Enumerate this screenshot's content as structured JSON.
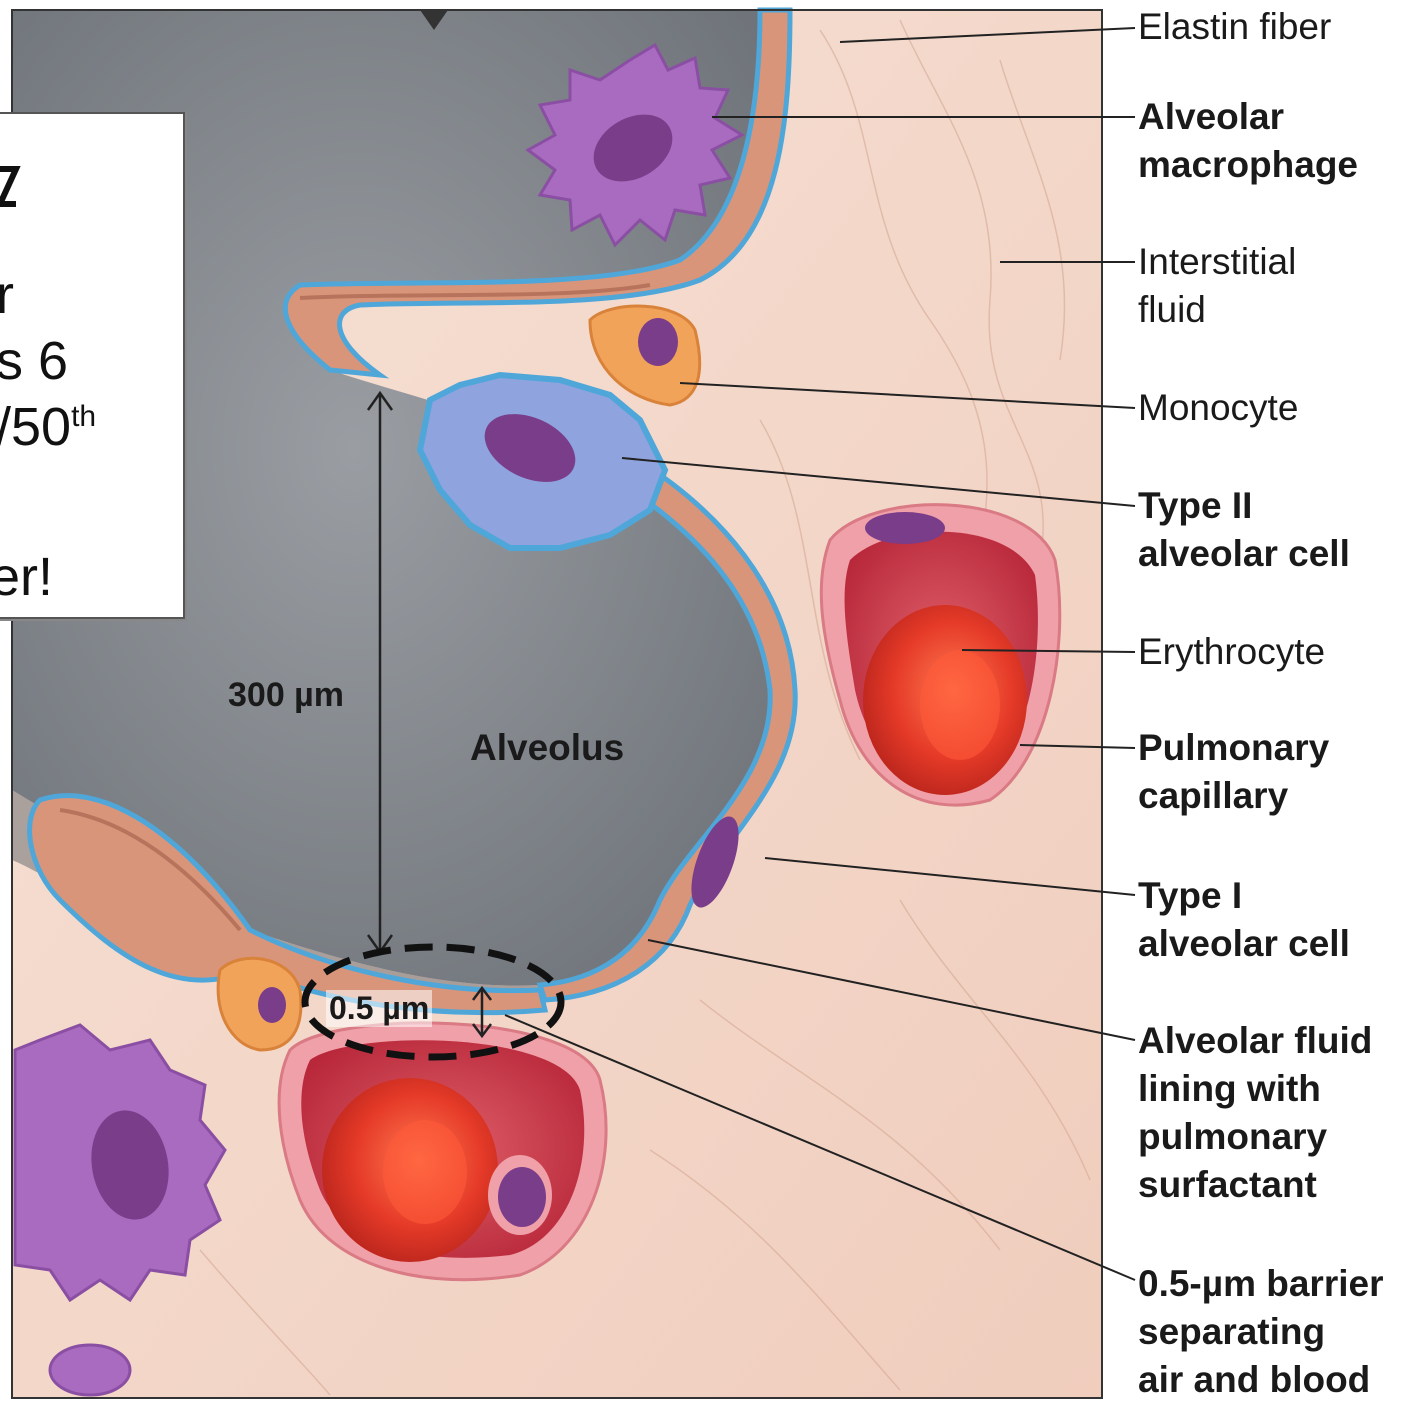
{
  "diagram": {
    "labels": [
      {
        "id": "elastin",
        "lines": [
          "Elastin fiber"
        ],
        "bold": false
      },
      {
        "id": "macrophage",
        "lines": [
          "Alveolar",
          "macrophage"
        ],
        "bold": true
      },
      {
        "id": "interstitial",
        "lines": [
          "Interstitial",
          "fluid"
        ],
        "bold": false
      },
      {
        "id": "monocyte",
        "lines": [
          "Monocyte"
        ],
        "bold": false
      },
      {
        "id": "type2",
        "lines": [
          "Type II",
          "alveolar cell"
        ],
        "bold": true
      },
      {
        "id": "erythrocyte",
        "lines": [
          "Erythrocyte"
        ],
        "bold": false
      },
      {
        "id": "capillary",
        "lines": [
          "Pulmonary",
          "capillary"
        ],
        "bold": true
      },
      {
        "id": "type1",
        "lines": [
          "Type I",
          "alveolar cell"
        ],
        "bold": true
      },
      {
        "id": "fluid-lining",
        "lines": [
          "Alveolar fluid",
          "lining with",
          "pulmonary",
          "surfactant"
        ],
        "bold": true
      },
      {
        "id": "barrier",
        "lines": [
          "0.5-µm barrier",
          "separating",
          "air and blood"
        ],
        "bold": true
      }
    ],
    "alveolus_label": "Alveolus",
    "diameter_label": "300 µm",
    "barrier_measure_label": "0.5 µm"
  },
  "slide_box": {
    "fragments": [
      "r",
      "s 6",
      "/50",
      "th",
      "er!"
    ]
  },
  "colors": {
    "alveolus_air": "#7d8288",
    "interstitium": "#f3d7c8",
    "alveolar_wall": "#d9957a",
    "surfactant": "#4fa6d9",
    "macrophage": "#a86bc0",
    "type2_cell": "#8fa3de",
    "monocyte": "#f2a35a",
    "nucleus": "#7a3d8a",
    "erythrocyte": "#e2392a",
    "capillary_wall": "#f0a0a8",
    "capillary_lumen": "#c8323f",
    "highlight_dash": "#111111"
  }
}
